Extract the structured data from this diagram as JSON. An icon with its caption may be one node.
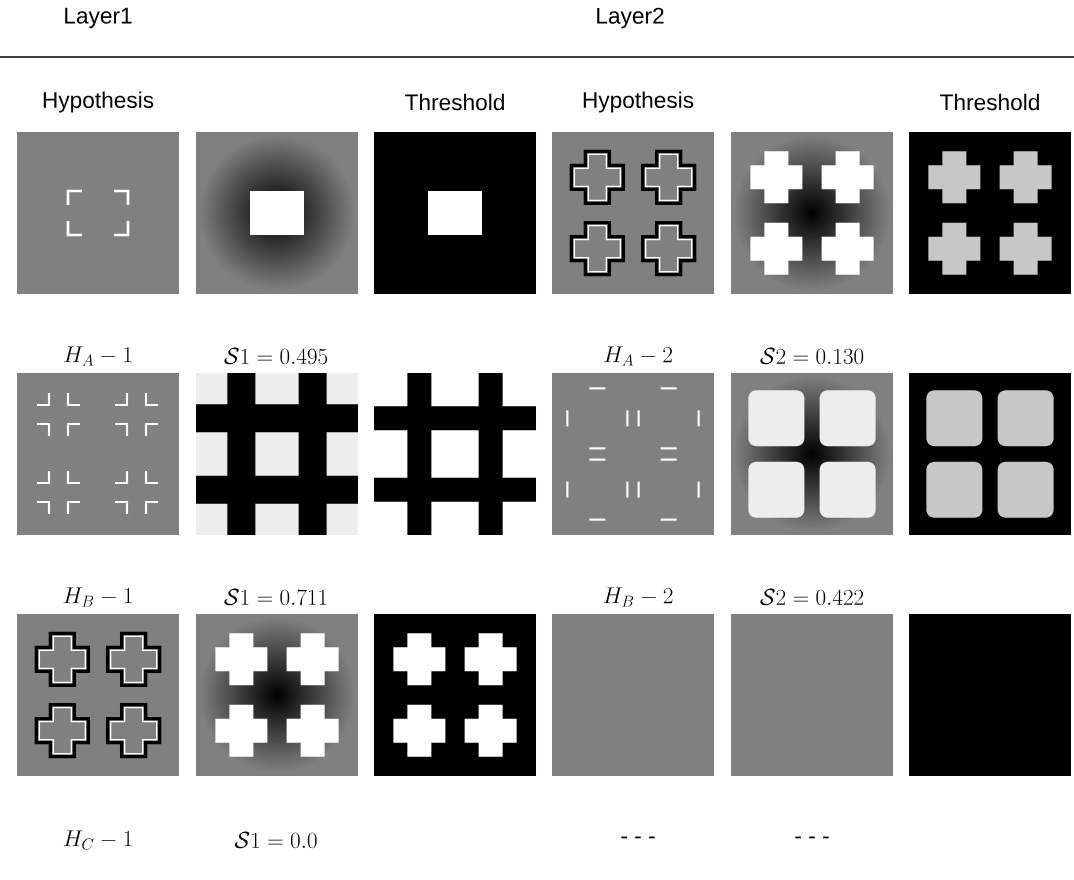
{
  "diagram": {
    "labels": [
      "Layer1",
      "Layer2",
      "Hypothesis",
      "Threshold",
      "Hypothesis",
      "Threshold",
      "H_A - 1",
      "\\mathcal{S}1 = 0.495",
      "H_A - 2",
      "\\mathcal{S}2 = 0.130",
      "H_B - 1",
      "\\mathcal{S}1 = 0.711",
      "H_B - 2",
      "\\mathcal{S}2 = 0.422",
      "H_C - 1",
      "\\mathcal{S}1 = 0.0",
      "- - -",
      "- - -"
    ]
  }
}
